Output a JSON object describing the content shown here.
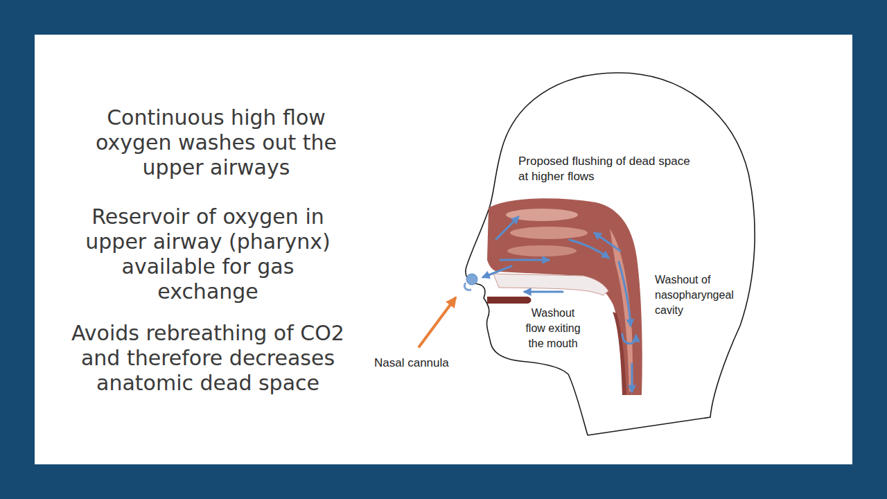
{
  "diagram": {
    "labels": [
      "Continuous high flow oxygen washes out the upper airways",
      "Reservoir of oxygen in upper airway (pharynx) available for gas exchange",
      "Avoids rebreathing of CO2 and therefore decreases anatomic dead space",
      "Proposed flushing of dead space at higher flows",
      "Washout of nasopharyngeal cavity",
      "Washout flow exiting the mouth",
      "Nasal cannula"
    ]
  }
}
